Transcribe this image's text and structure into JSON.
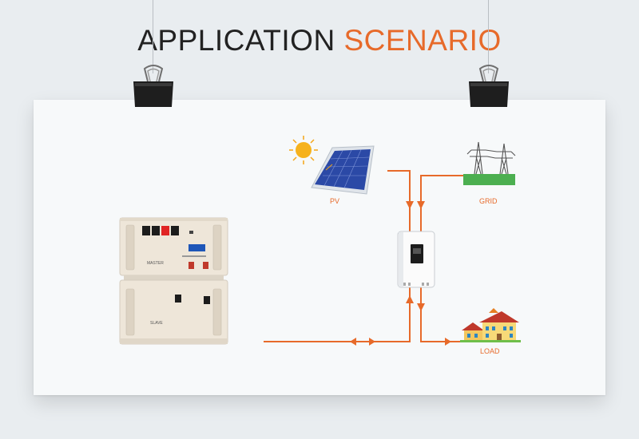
{
  "title": {
    "part1": "APPLICATION",
    "part2": "SCENARIO"
  },
  "labels": {
    "pv": "PV",
    "grid": "GRID",
    "load": "LOAD"
  },
  "battery": {
    "master_label": "MASTER",
    "slave_label": "SLAVE"
  },
  "colors": {
    "accent": "#e76a2a",
    "text_dark": "#222222",
    "panel_blue": "#2b49a6",
    "battery_body": "#eee6d9"
  },
  "icons": [
    "binder-clip-icon",
    "sun-icon",
    "solar-panel-icon",
    "pylon-icon",
    "inverter-icon",
    "house-icon",
    "battery-icon"
  ]
}
